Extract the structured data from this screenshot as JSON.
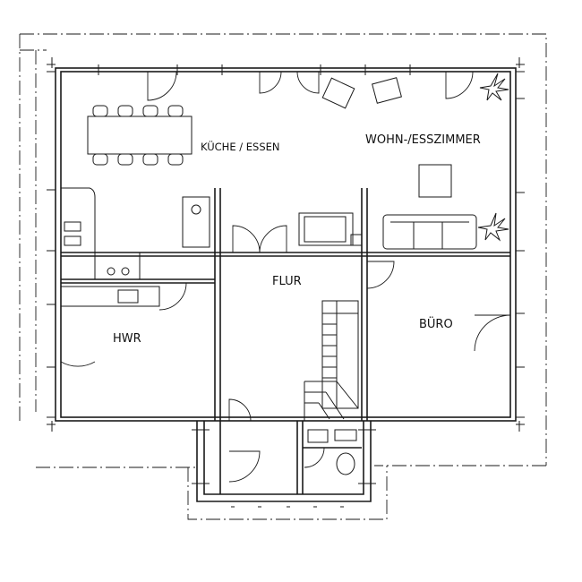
{
  "plan": {
    "rooms": {
      "kitchen": "KÜCHE / ESSEN",
      "living": "WOHN-/ESSZIMMER",
      "hall": "FLUR",
      "utility": "HWR",
      "office": "BÜRO"
    }
  }
}
